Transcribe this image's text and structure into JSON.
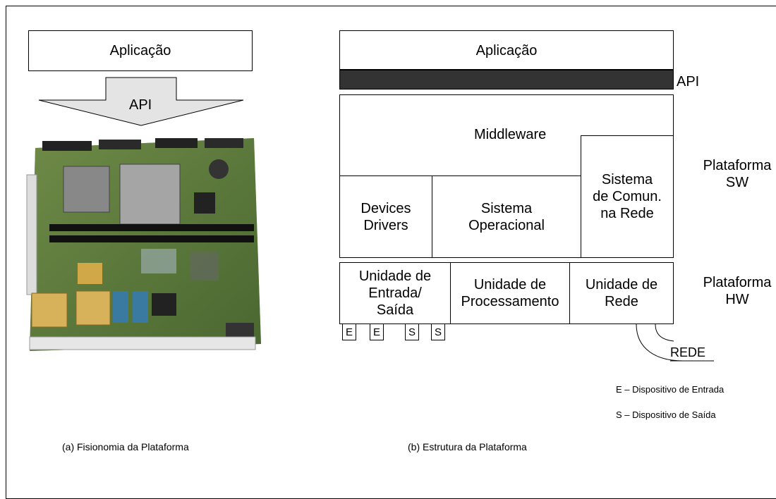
{
  "left": {
    "app_label": "Aplicação",
    "api_label": "API",
    "caption": "(a) Fisionomia da Plataforma"
  },
  "right": {
    "app_label": "Aplicação",
    "api_label": "API",
    "middleware": "Middleware",
    "sistema_rede": [
      "Sistema",
      "de Comun.",
      "na Rede"
    ],
    "devices": [
      "Devices",
      "Drivers"
    ],
    "so": [
      "Sistema",
      "Operacional"
    ],
    "unid_es": [
      "Unidade de",
      "Entrada/",
      "Saída"
    ],
    "unid_proc": [
      "Unidade de",
      "Processamento"
    ],
    "unid_rede": [
      "Unidade de",
      "Rede"
    ],
    "plat_sw": [
      "Plataforma",
      "SW"
    ],
    "plat_hw": [
      "Plataforma",
      "HW"
    ],
    "io_boxes": [
      "E",
      "E",
      "S",
      "S"
    ],
    "rede": "REDE",
    "legend_e": "E – Dispositivo de Entrada",
    "legend_s": "S – Dispositivo de Saída",
    "caption": "(b) Estrutura da Plataforma"
  }
}
